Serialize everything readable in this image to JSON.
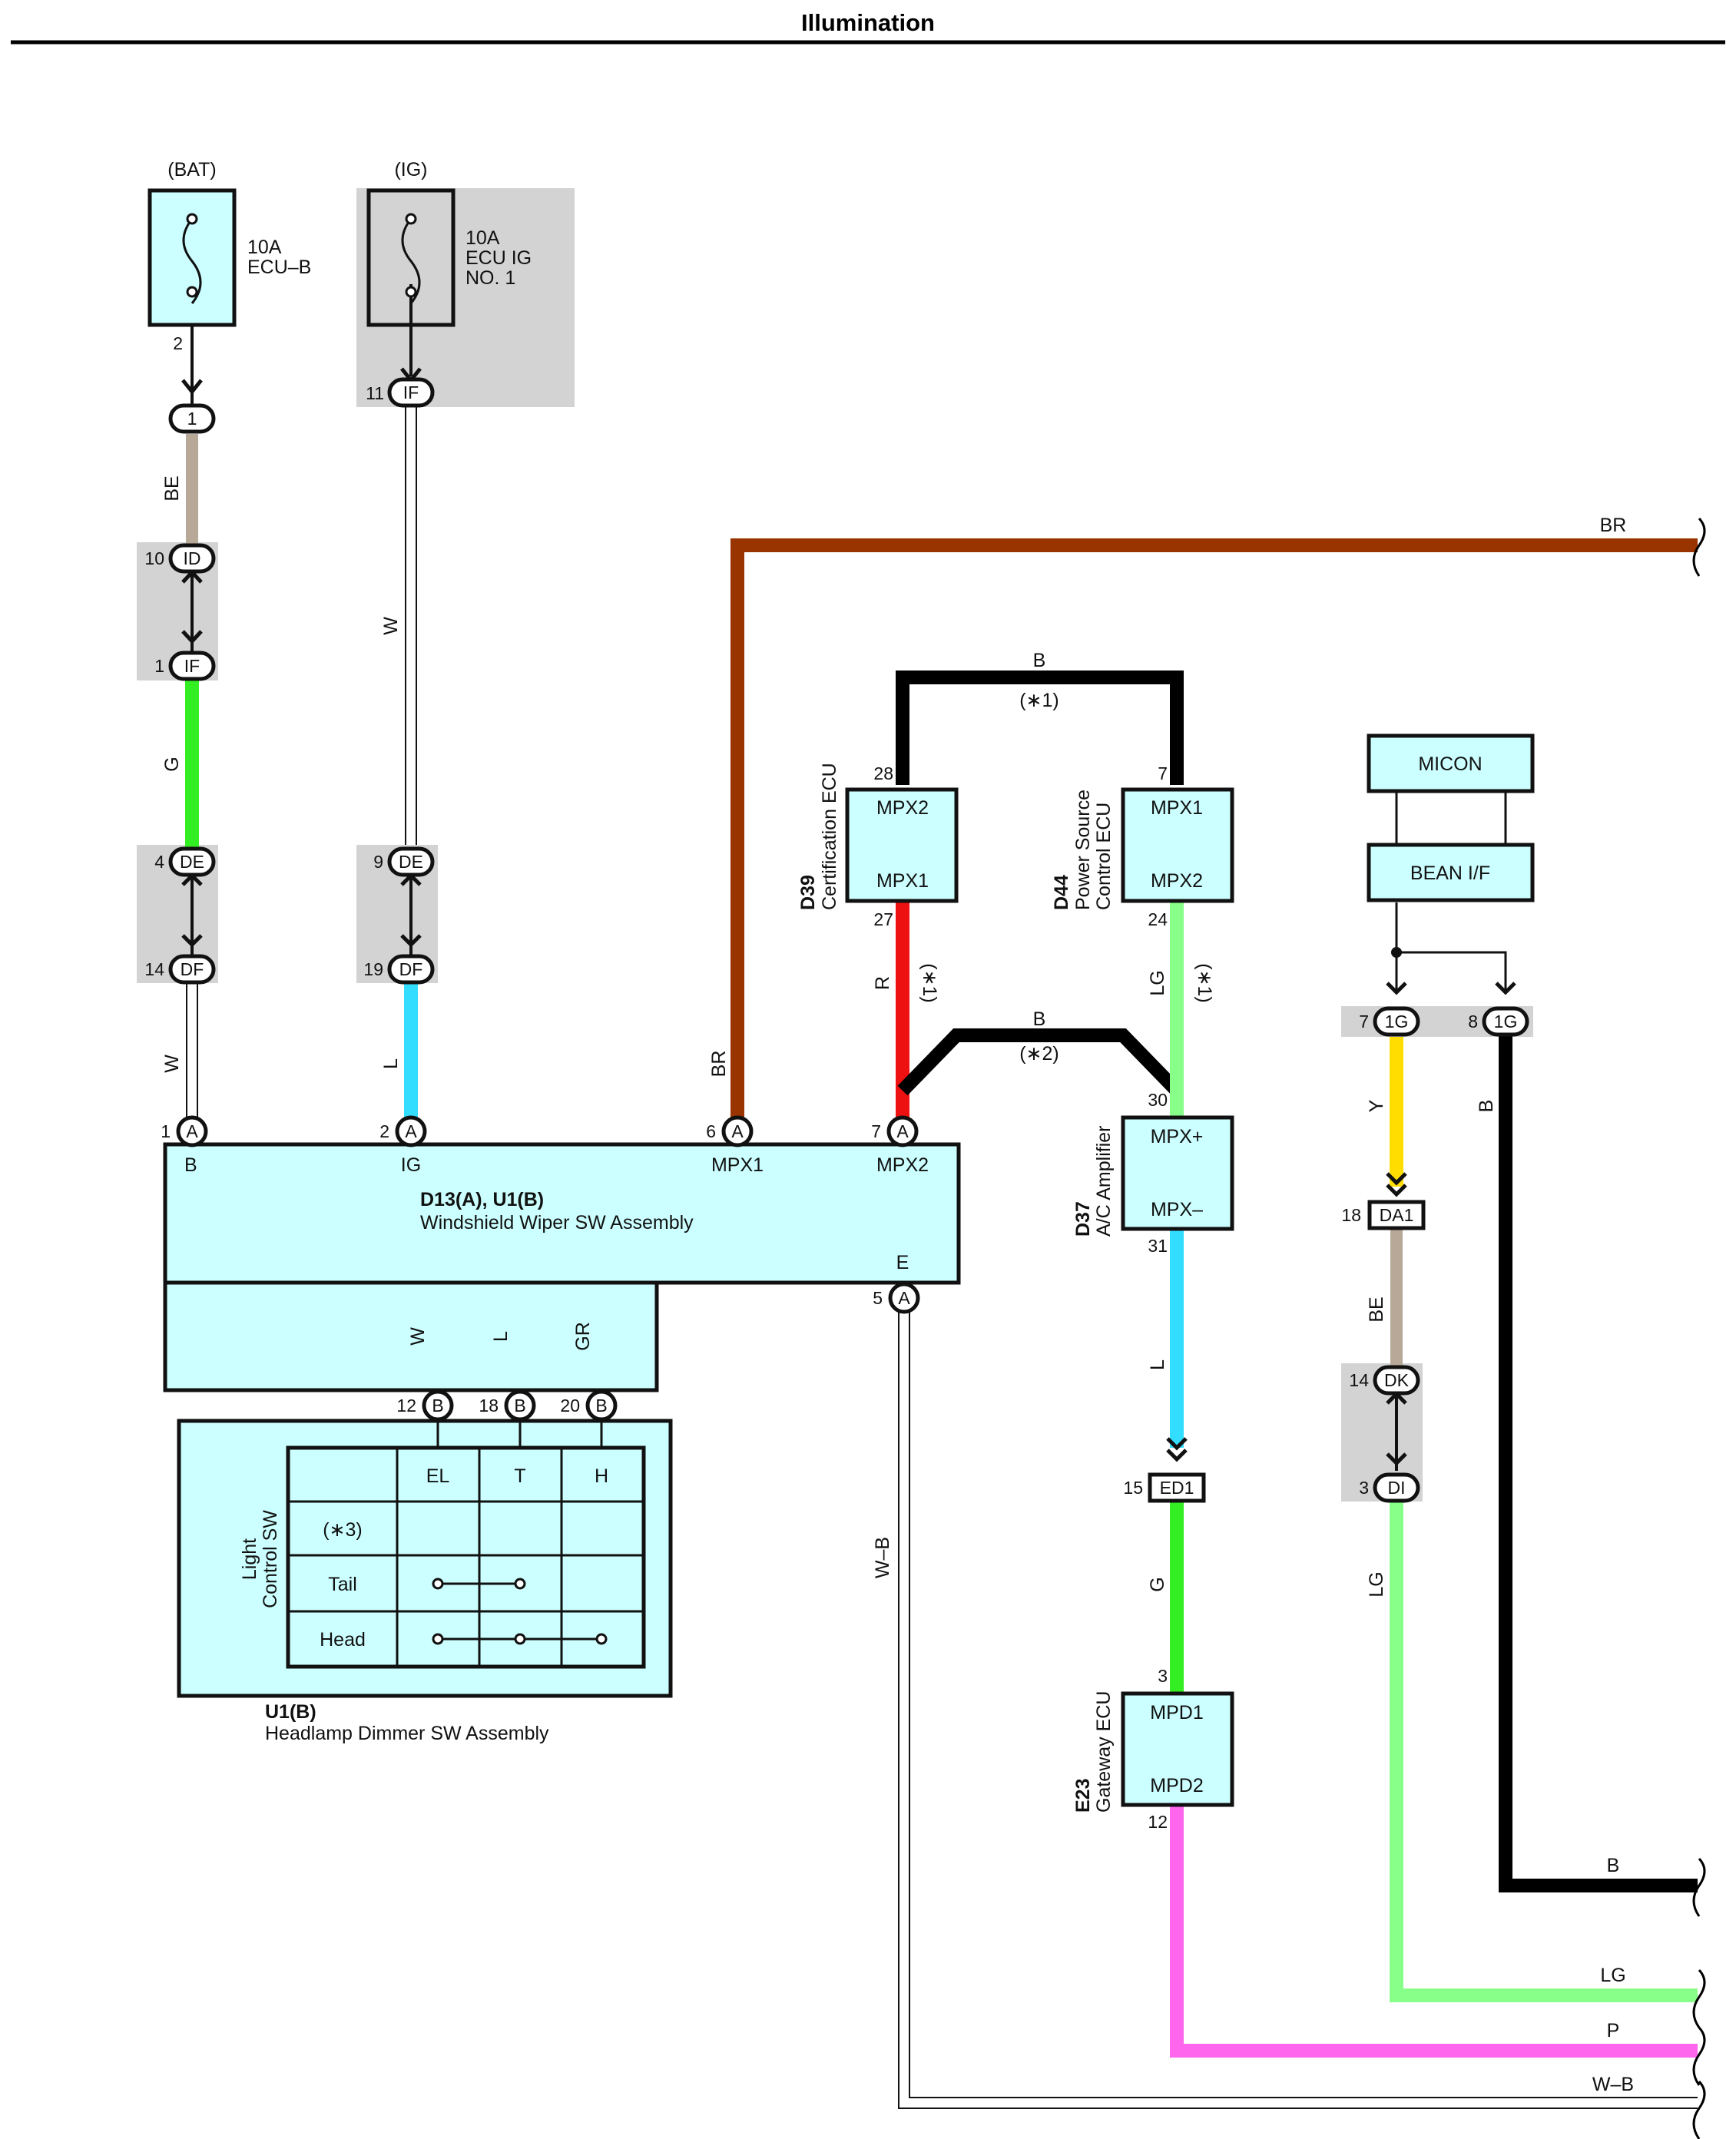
{
  "title": "Illumination",
  "power": {
    "bat_label": "(BAT)",
    "bat_fuse_amp": "10A",
    "bat_fuse_name": "ECU–B",
    "ig_label": "(IG)",
    "ig_fuse_amp": "10A",
    "ig_fuse_name_1": "ECU IG",
    "ig_fuse_name_2": "NO. 1"
  },
  "connectors": {
    "c_1": "1",
    "c_ID": "ID",
    "c_IF": "IF",
    "c_IF2": "IF",
    "c_DE": "DE",
    "c_DE2": "DE",
    "c_DF": "DF",
    "c_DF2": "DF",
    "c_A": "A",
    "c_B": "B",
    "c_1G": "1G",
    "c_DA1": "DA1",
    "c_DK": "DK",
    "c_DI": "DI",
    "c_ED1": "ED1"
  },
  "pins": {
    "p_2": "2",
    "p_11": "11",
    "p_10": "10",
    "p_1": "1",
    "p_4": "4",
    "p_9": "9",
    "p_14": "14",
    "p_19": "19",
    "p_1a": "1",
    "p_2a": "2",
    "p_6a": "6",
    "p_7a": "7",
    "p_5a": "5",
    "p_12b": "12",
    "p_18b": "18",
    "p_20b": "20",
    "p_28": "28",
    "p_27": "27",
    "p_7d44": "7",
    "p_24": "24",
    "p_30": "30",
    "p_31": "31",
    "p_15": "15",
    "p_3": "3",
    "p_12": "12",
    "p_7_1g": "7",
    "p_8_1g": "8",
    "p_18": "18",
    "p_14dk": "14",
    "p_3di": "3"
  },
  "wires": {
    "BE": "BE",
    "G": "G",
    "W_top": "W",
    "W_left": "W",
    "L_left": "L",
    "BR": "BR",
    "BR_right": "BR",
    "B_top": "B",
    "B_mid": "B",
    "R": "R",
    "LG": "LG",
    "Y": "Y",
    "B_right": "B",
    "BE_right": "BE",
    "LG_right": "LG",
    "L_mid": "L",
    "G_mid": "G",
    "W_B": "W–B",
    "W_low": "W",
    "L_low": "L",
    "GR": "GR",
    "out_B": "B",
    "out_LG": "LG",
    "out_P": "P",
    "out_WB": "W–B",
    "note_1a": "(∗1)",
    "note_1b": "(∗1)",
    "note_1c": "(∗1)",
    "note_2": "(∗2)"
  },
  "wiper": {
    "id": "D13(A), U1(B)",
    "name": "Windshield Wiper SW Assembly",
    "t_B": "B",
    "t_IG": "IG",
    "t_MPX1": "MPX1",
    "t_MPX2": "MPX2",
    "t_E": "E"
  },
  "dimmer": {
    "id": "U1(B)",
    "name": "Headlamp Dimmer SW Assembly",
    "side_1": "Light",
    "side_2": "Control SW",
    "col_EL": "EL",
    "col_T": "T",
    "col_H": "H",
    "row_1": "(∗3)",
    "row_2": "Tail",
    "row_3": "Head"
  },
  "ecus": {
    "d39_id": "D39",
    "d39_name": "Certification ECU",
    "d39_t1": "MPX2",
    "d39_t2": "MPX1",
    "d44_id": "D44",
    "d44_name_1": "Power Source",
    "d44_name_2": "Control ECU",
    "d44_t1": "MPX1",
    "d44_t2": "MPX2",
    "d37_id": "D37",
    "d37_name": "A/C Amplifier",
    "d37_t1": "MPX+",
    "d37_t2": "MPX–",
    "e23_id": "E23",
    "e23_name": "Gateway ECU",
    "e23_t1": "MPD1",
    "e23_t2": "MPD2",
    "micon": "MICON",
    "bean": "BEAN I/F"
  },
  "colors": {
    "bg_box": "#ccffff",
    "gray": "#d3d3d3",
    "brown": "#993300",
    "tan": "#b8a898",
    "green": "#33ee22",
    "cyan": "#33ddff",
    "red": "#ee1111",
    "lightgreen": "#88ff88",
    "yellow": "#ffdd00",
    "magenta": "#ff66ee",
    "graywire": "#888888"
  }
}
